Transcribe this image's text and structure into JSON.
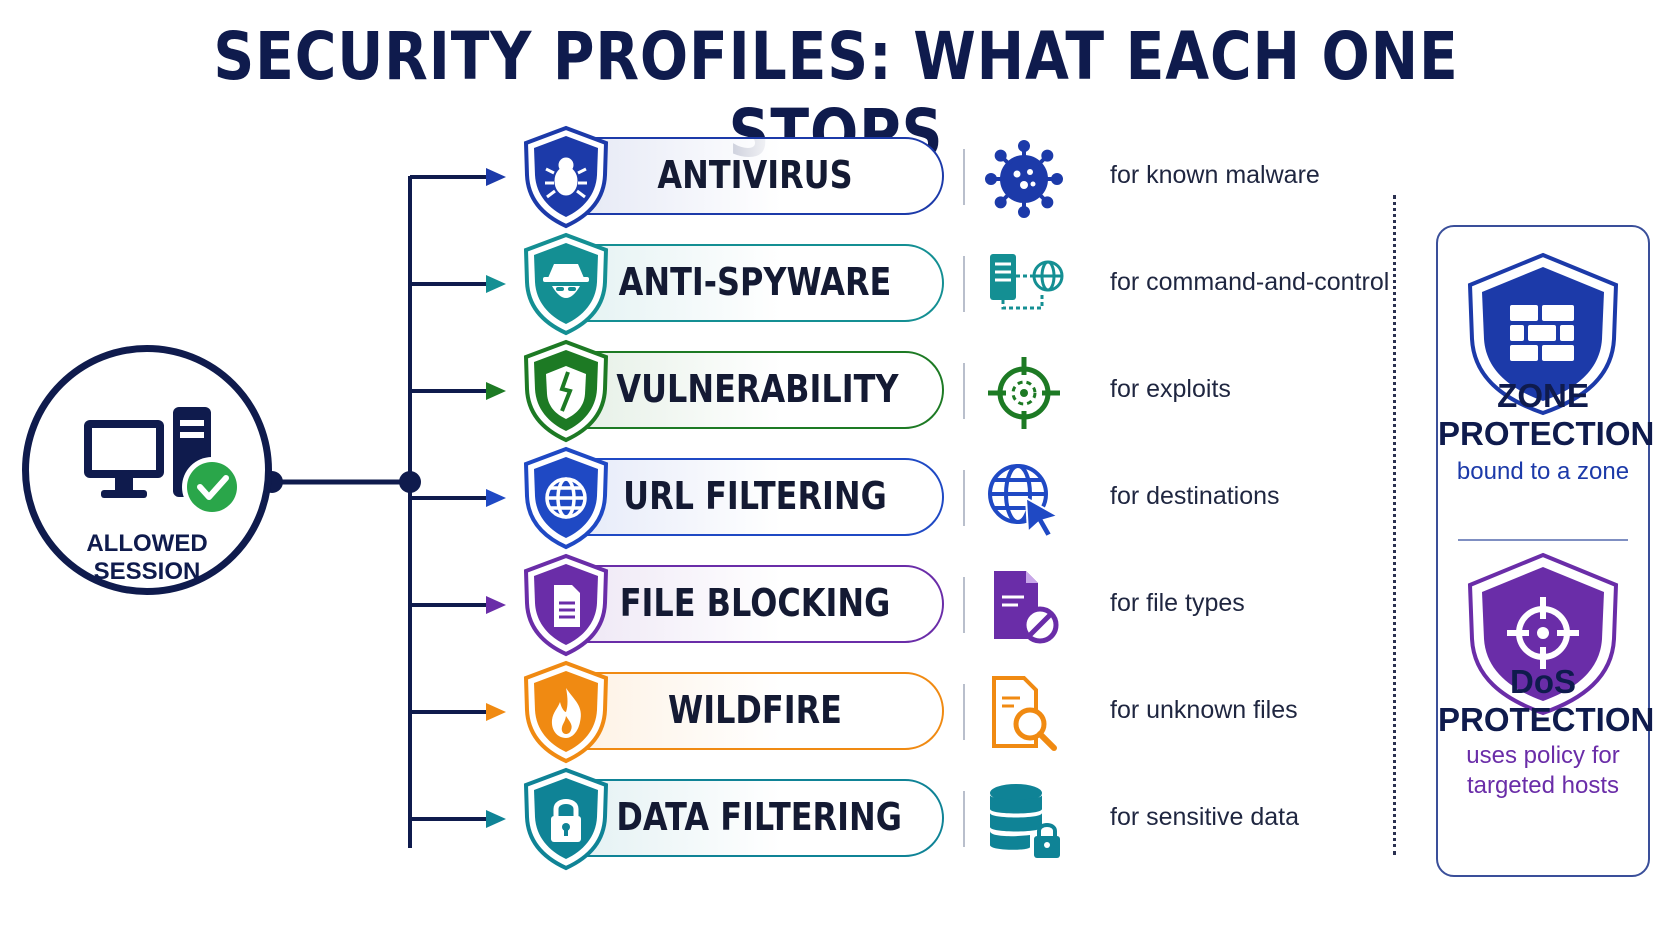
{
  "title": "SECURITY PROFILES: WHAT EACH ONE STOPS",
  "session": {
    "label_line1": "ALLOWED",
    "label_line2": "SESSION"
  },
  "profiles": [
    {
      "name": "ANTIVIRUS",
      "desc": "for known malware",
      "color": "#1c3aa9",
      "icon": "virus-icon"
    },
    {
      "name": "ANTI-SPYWARE",
      "desc": "for command-and-control",
      "color": "#148f93",
      "icon": "server-network-icon"
    },
    {
      "name": "VULNERABILITY",
      "desc": "for exploits",
      "color": "#1d7a24",
      "icon": "crosshair-icon"
    },
    {
      "name": "URL FILTERING",
      "desc": "for destinations",
      "color": "#1f49c4",
      "icon": "globe-cursor-icon"
    },
    {
      "name": "FILE BLOCKING",
      "desc": "for file types",
      "color": "#6a2da8",
      "icon": "file-blocked-icon"
    },
    {
      "name": "WILDFIRE",
      "desc": "for unknown files",
      "color": "#f08a12",
      "icon": "file-search-icon"
    },
    {
      "name": "DATA FILTERING",
      "desc": "for sensitive data",
      "color": "#0f8396",
      "icon": "database-lock-icon"
    }
  ],
  "side": {
    "zone": {
      "title_line1": "ZONE",
      "title_line2": "PROTECTION",
      "sub": "bound to a zone",
      "color": "#1c3aa9"
    },
    "dos": {
      "title_line1": "DoS",
      "title_line2": "PROTECTION",
      "sub_line1": "uses policy for",
      "sub_line2": "targeted hosts",
      "color": "#6a2da8"
    }
  }
}
